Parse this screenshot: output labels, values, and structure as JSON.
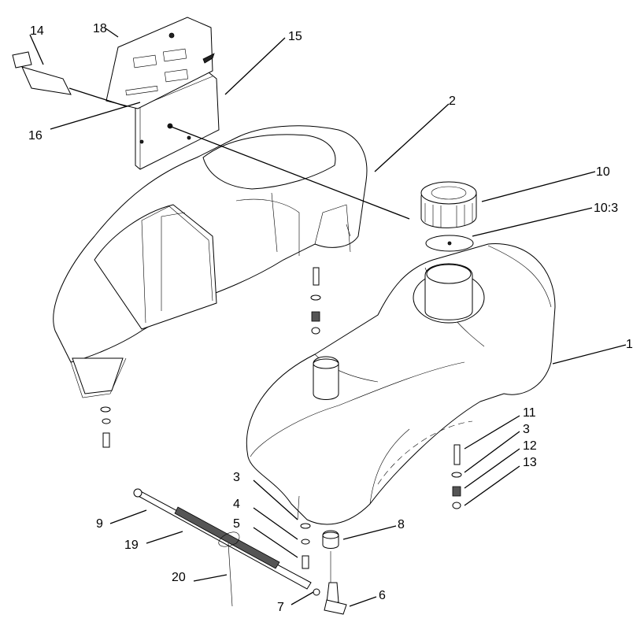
{
  "callouts": {
    "c1": "1",
    "c2": "2",
    "c3a": "3",
    "c3b": "3",
    "c4": "4",
    "c5": "5",
    "c6": "6",
    "c7": "7",
    "c8": "8",
    "c9": "9",
    "c10": "10",
    "c10_3": "10:3",
    "c11": "11",
    "c12": "12",
    "c13": "13",
    "c14": "14",
    "c15": "15",
    "c16": "16",
    "c18": "18",
    "c19": "19",
    "c20": "20"
  }
}
